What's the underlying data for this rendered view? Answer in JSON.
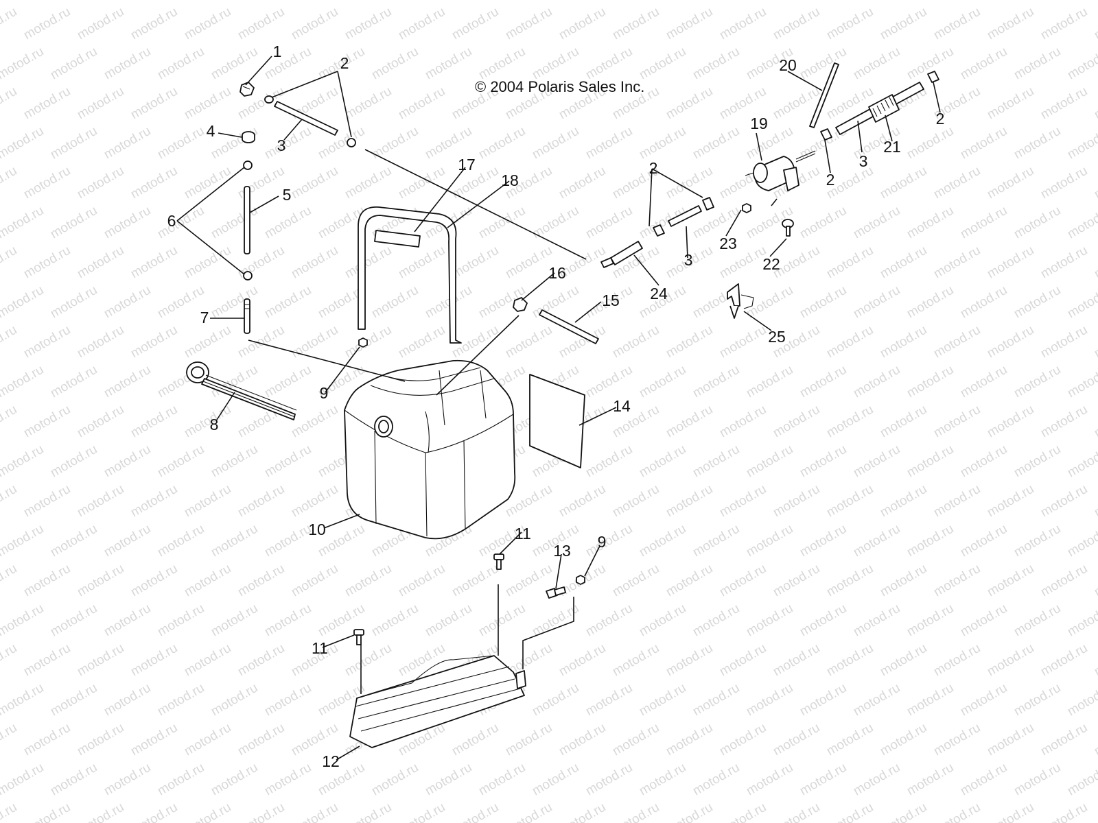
{
  "copyright": "© 2004 Polaris Sales Inc.",
  "watermark": "motod.ru",
  "callouts": [
    {
      "id": "c1",
      "text": "1"
    },
    {
      "id": "c2a",
      "text": "2"
    },
    {
      "id": "c3a",
      "text": "3"
    },
    {
      "id": "c4",
      "text": "4"
    },
    {
      "id": "c5",
      "text": "5"
    },
    {
      "id": "c6",
      "text": "6"
    },
    {
      "id": "c7",
      "text": "7"
    },
    {
      "id": "c8",
      "text": "8"
    },
    {
      "id": "c9a",
      "text": "9"
    },
    {
      "id": "c10",
      "text": "10"
    },
    {
      "id": "c11a",
      "text": "11"
    },
    {
      "id": "c11b",
      "text": "11"
    },
    {
      "id": "c12",
      "text": "12"
    },
    {
      "id": "c13",
      "text": "13"
    },
    {
      "id": "c9b",
      "text": "9"
    },
    {
      "id": "c14",
      "text": "14"
    },
    {
      "id": "c15",
      "text": "15"
    },
    {
      "id": "c16",
      "text": "16"
    },
    {
      "id": "c17",
      "text": "17"
    },
    {
      "id": "c18",
      "text": "18"
    },
    {
      "id": "c2b",
      "text": "2"
    },
    {
      "id": "c3b",
      "text": "3"
    },
    {
      "id": "c24",
      "text": "24"
    },
    {
      "id": "c23",
      "text": "23"
    },
    {
      "id": "c22",
      "text": "22"
    },
    {
      "id": "c25",
      "text": "25"
    },
    {
      "id": "c19",
      "text": "19"
    },
    {
      "id": "c20",
      "text": "20"
    },
    {
      "id": "c2c",
      "text": "2"
    },
    {
      "id": "c3c",
      "text": "3"
    },
    {
      "id": "c21",
      "text": "21"
    },
    {
      "id": "c2d",
      "text": "2"
    }
  ]
}
